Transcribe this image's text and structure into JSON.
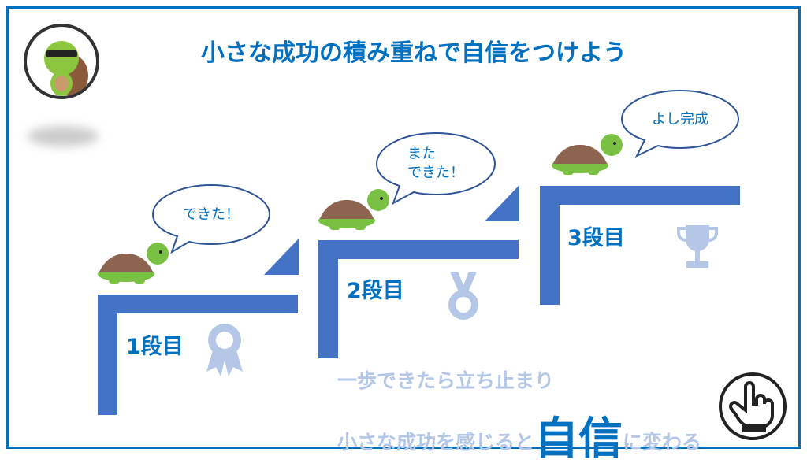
{
  "title": "小さな成功の積み重ねで自信をつけよう",
  "steps": [
    {
      "label": "1段目",
      "bubble": "できた！",
      "icon": "rosette-icon"
    },
    {
      "label": "2段目",
      "bubble": "また\nできた！",
      "icon": "medal-icon"
    },
    {
      "label": "3段目",
      "bubble": "よし完成",
      "icon": "trophy-icon"
    }
  ],
  "message": {
    "line1": "一歩できたら立ち止まり",
    "line2_pre": "小さな成功を感じると",
    "line2_emph": "自信",
    "line2_post": "に変わる"
  },
  "colors": {
    "accent": "#0070c0",
    "stair": "#4472c4",
    "light": "#b4c7e7"
  }
}
